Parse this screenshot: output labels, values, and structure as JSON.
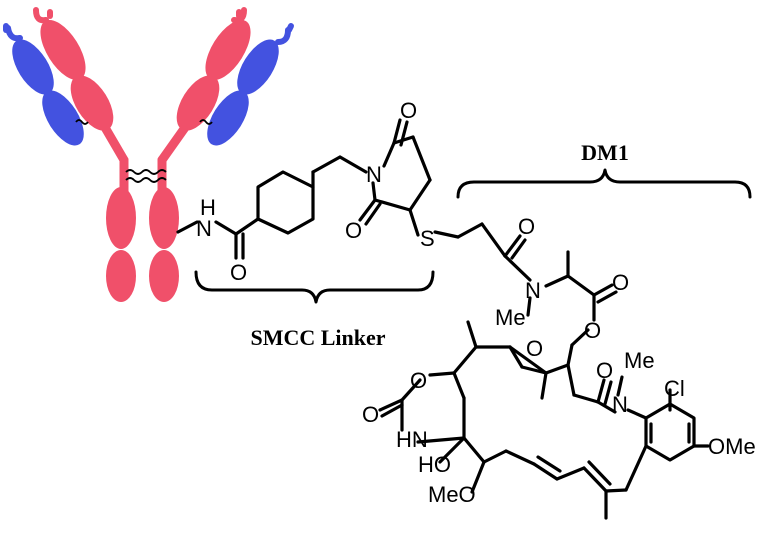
{
  "labels": {
    "dm1": "DM1",
    "smcc_linker": "SMCC Linker"
  },
  "atoms": {
    "amide_nh": "H",
    "amide_n": "N",
    "amide_o": "O",
    "maleimide_o_top": "O",
    "maleimide_n": "N",
    "maleimide_o_bottom": "O",
    "sulfur": "S",
    "propanoyl_o": "O",
    "n_methyl_n": "N",
    "n_methyl_me": "Me",
    "ester_o_ring": "O",
    "ester_o_carbonyl": "O",
    "epoxide_o": "O",
    "carbamate_o_ring": "O",
    "carbamate_o_carbonyl": "O",
    "carbamate_nh": "HN",
    "hydroxyl": "HO",
    "methoxy_left": "MeO",
    "lactam_o": "O",
    "lactam_n": "N",
    "lactam_me": "Me",
    "chloro": "Cl",
    "methoxy_aryl": "OMe"
  },
  "colors": {
    "heavy_chain": "#F0506A",
    "light_chain": "#4352E0",
    "bond": "#000000"
  }
}
